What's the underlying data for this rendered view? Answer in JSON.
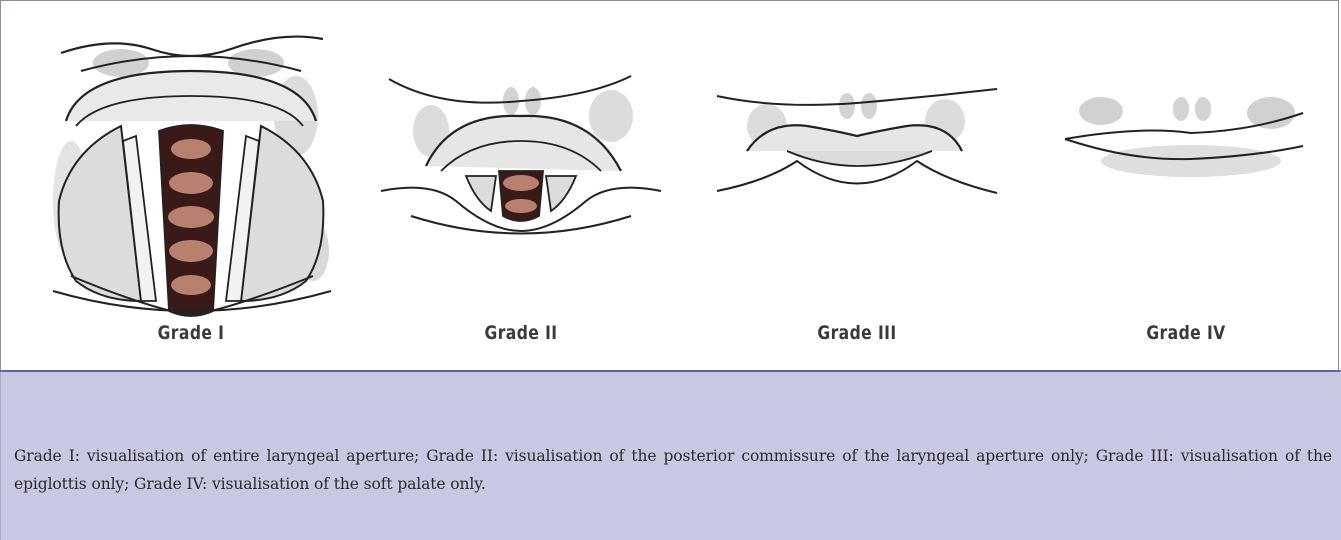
{
  "figure": {
    "panels": [
      {
        "label": "Grade I"
      },
      {
        "label": "Grade II"
      },
      {
        "label": "Grade III"
      },
      {
        "label": "Grade IV"
      }
    ]
  },
  "caption": {
    "text": "Grade I: visualisation of entire laryngeal aperture; Grade II: visualisation of the posterior commissure of the laryngeal aperture only; Grade III: visualisation of the epiglottis only; Grade IV: visualisation of the soft palate only."
  },
  "colors": {
    "caption_background": "#c8c8e2",
    "trachea_ring": "#b8806f",
    "trachea_dark": "#3a1a18"
  }
}
